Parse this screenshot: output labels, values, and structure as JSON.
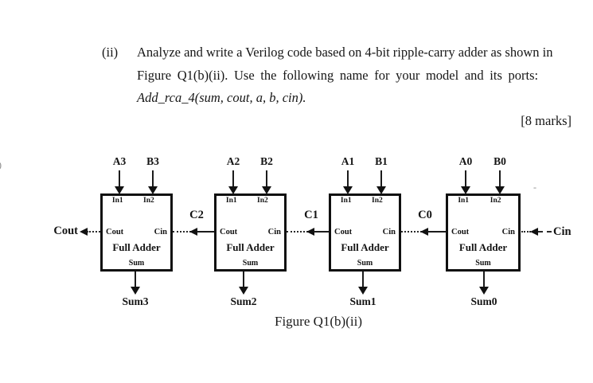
{
  "question": {
    "item_number": "(ii)",
    "line1": "Analyze and write a Verilog code based on 4-bit ripple-carry adder as shown in",
    "line2": "Figure Q1(b)(ii).  Use the following name for your model and its ports:",
    "line3": "Add_rca_4(sum, cout, a, b, cin).",
    "marks": "[8 marks]"
  },
  "figure": {
    "caption": "Figure Q1(b)(ii)",
    "ports": {
      "in1": "In1",
      "in2": "In2",
      "cout": "Cout",
      "cin": "Cin",
      "name": "Full Adder",
      "sum": "Sum"
    },
    "external": {
      "carry_out": "Cout",
      "carry_in": "Cin"
    },
    "carries": [
      "C2",
      "C1",
      "C0"
    ],
    "adders": [
      {
        "a": "A3",
        "b": "B3",
        "sum": "Sum3"
      },
      {
        "a": "A2",
        "b": "B2",
        "sum": "Sum2"
      },
      {
        "a": "A1",
        "b": "B1",
        "sum": "Sum1"
      },
      {
        "a": "A0",
        "b": "B0",
        "sum": "Sum0"
      }
    ],
    "artifacts": {
      "left_edge_mark": ")",
      "stray_dash": "-"
    }
  }
}
